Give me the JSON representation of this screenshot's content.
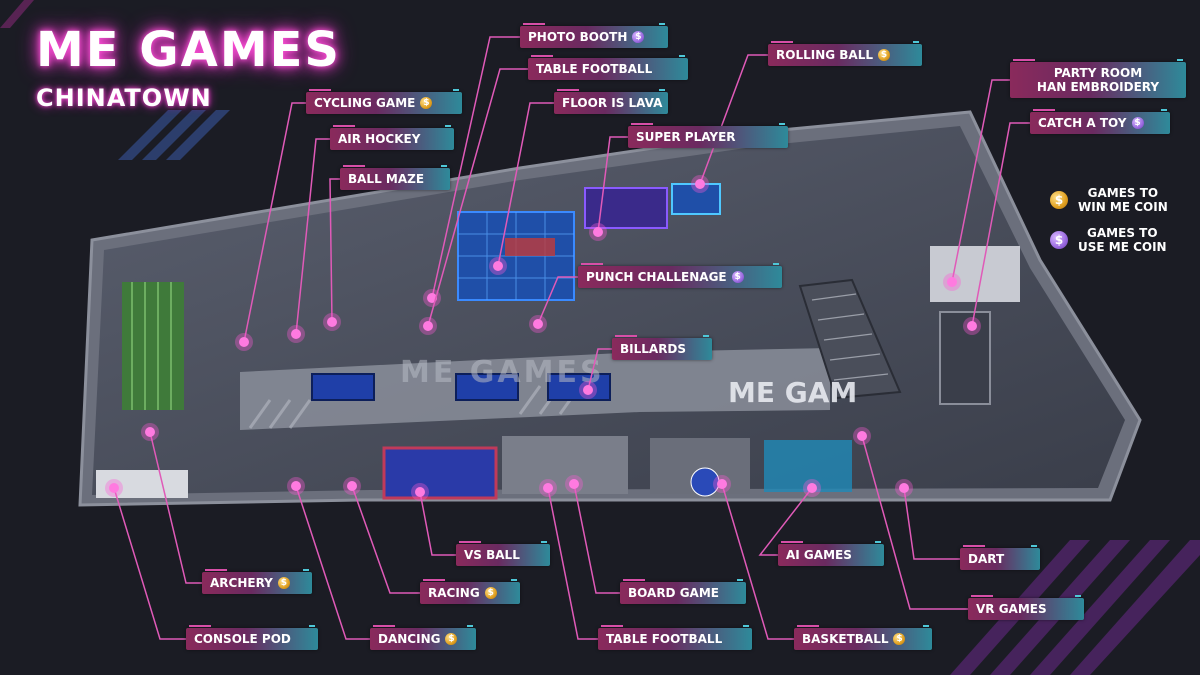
{
  "header": {
    "title": "ME GAMES",
    "subtitle": "CHINATOWN"
  },
  "legend": {
    "win": {
      "line1": "GAMES TO",
      "line2": "WIN ME COIN",
      "icon": "gold-coin-icon",
      "color": "#e0a020"
    },
    "use": {
      "line1": "GAMES TO",
      "line2": "USE ME COIN",
      "icon": "purple-coin-icon",
      "color": "#9a6ae0"
    }
  },
  "floor": {
    "signs": [
      "ME GAMES",
      "ME GAM"
    ]
  },
  "attractions": [
    {
      "name": "PHOTO BOOTH",
      "coin": "use"
    },
    {
      "name": "TABLE FOOTBALL",
      "coin": "none"
    },
    {
      "name": "FLOOR IS LAVA",
      "coin": "none"
    },
    {
      "name": "SUPER PLAYER",
      "coin": "none"
    },
    {
      "name": "ROLLING BALL",
      "coin": "win"
    },
    {
      "name": "PARTY ROOM",
      "name2": "HAN EMBROIDERY",
      "coin": "none"
    },
    {
      "name": "CATCH A TOY",
      "coin": "use"
    },
    {
      "name": "CYCLING GAME",
      "coin": "win"
    },
    {
      "name": "AIR HOCKEY",
      "coin": "none"
    },
    {
      "name": "BALL MAZE",
      "coin": "none"
    },
    {
      "name": "PUNCH CHALLENAGE",
      "coin": "use"
    },
    {
      "name": "BILLARDS",
      "coin": "none"
    },
    {
      "name": "VS BALL",
      "coin": "none"
    },
    {
      "name": "AI GAMES",
      "coin": "none"
    },
    {
      "name": "DART",
      "coin": "none"
    },
    {
      "name": "ARCHERY",
      "coin": "win"
    },
    {
      "name": "RACING",
      "coin": "win"
    },
    {
      "name": "BOARD GAME",
      "coin": "none"
    },
    {
      "name": "VR GAMES",
      "coin": "none"
    },
    {
      "name": "CONSOLE POD",
      "coin": "none"
    },
    {
      "name": "DANCING",
      "coin": "win"
    },
    {
      "name": "TABLE FOOTBALL",
      "coin": "none"
    },
    {
      "name": "BASKETBALL",
      "coin": "win"
    }
  ]
}
